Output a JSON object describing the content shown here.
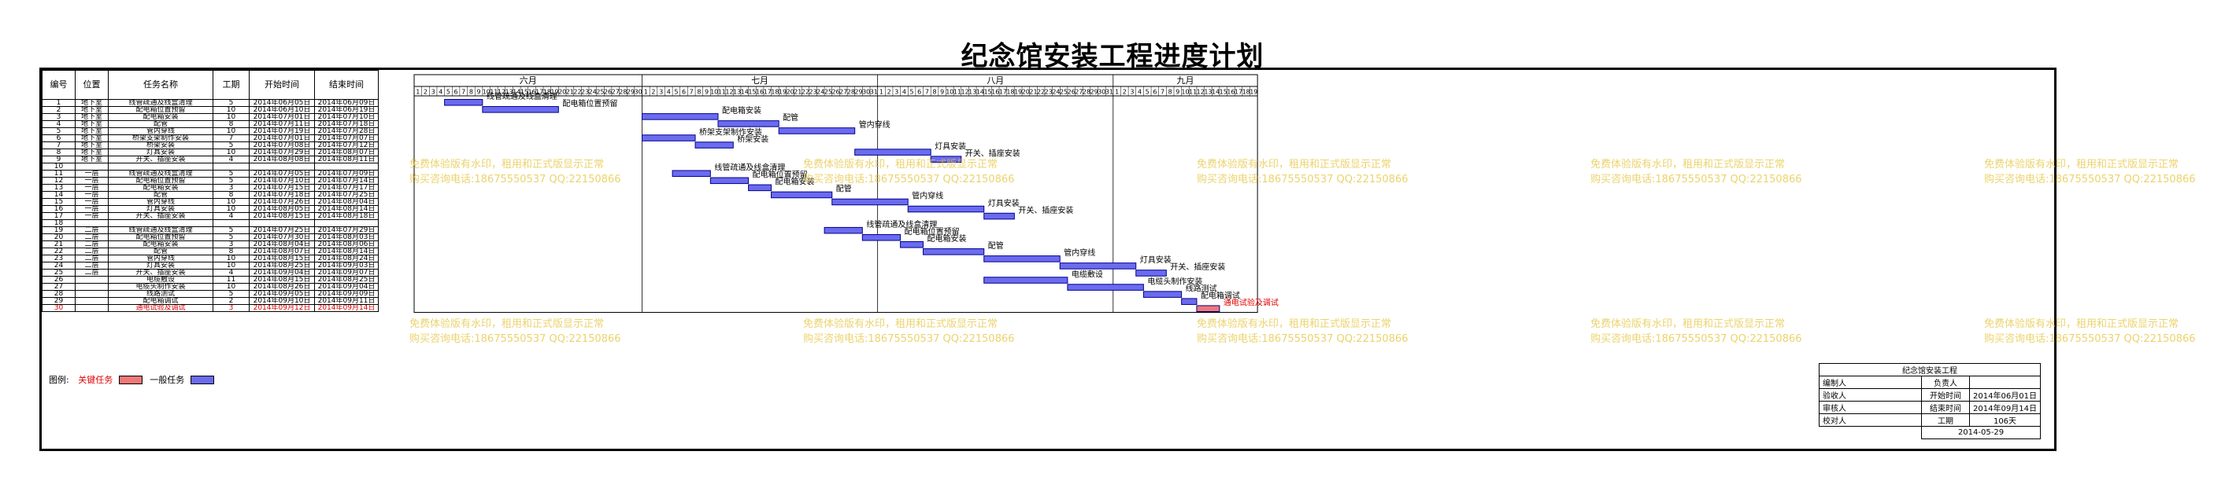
{
  "title": "纪念馆安装工程进度计划",
  "headers": {
    "no": "编号",
    "loc": "位置",
    "task": "任务名称",
    "dur": "工期",
    "start": "开始时间",
    "end": "结束时间"
  },
  "legend": {
    "label": "图例:",
    "critical": "关键任务",
    "normal": "一般任务"
  },
  "colors": {
    "normal_bar": "#6b6bf0",
    "critical_bar": "#f07878",
    "bar_border": "#00008b",
    "watermark": "#e4c43c"
  },
  "watermark": {
    "line1": "免费体验版有水印，租用和正式版显示正常",
    "line2": "购买咨询电话:18675550537  QQ:22150866"
  },
  "signoff": {
    "project_label": "纪念馆安装工程",
    "rows": [
      {
        "a": "编制人",
        "b": "负责人",
        "c": ""
      },
      {
        "a": "验收人",
        "b": "开始时间",
        "c": "2014年06月01日"
      },
      {
        "a": "审核人",
        "b": "结束时间",
        "c": "2014年09月14日"
      },
      {
        "a": "校对人",
        "b": "工期",
        "c": "106天"
      }
    ],
    "date": "2014-05-29"
  },
  "chart_data": {
    "type": "gantt",
    "title": "纪念馆安装工程进度计划",
    "months": [
      {
        "name": "六月",
        "days": 30
      },
      {
        "name": "七月",
        "days": 31
      },
      {
        "name": "八月",
        "days": 31
      },
      {
        "name": "九月",
        "days": 19
      }
    ],
    "x_range": [
      "2014-06-01",
      "2014-09-19"
    ],
    "tasks": [
      {
        "no": "1",
        "loc": "地下室",
        "name": "线管疏通及线盒清理",
        "dur": "5",
        "start": "2014年06月05日",
        "end": "2014年06月09日",
        "s": 4,
        "e": 9,
        "crit": false
      },
      {
        "no": "2",
        "loc": "地下室",
        "name": "配电箱位置预留",
        "dur": "10",
        "start": "2014年06月10日",
        "end": "2014年06月19日",
        "s": 9,
        "e": 19,
        "crit": false
      },
      {
        "no": "3",
        "loc": "地下室",
        "name": "配电箱安装",
        "dur": "10",
        "start": "2014年07月01日",
        "end": "2014年07月10日",
        "s": 30,
        "e": 40,
        "crit": false
      },
      {
        "no": "4",
        "loc": "地下室",
        "name": "配管",
        "dur": "8",
        "start": "2014年07月11日",
        "end": "2014年07月18日",
        "s": 40,
        "e": 48,
        "crit": false
      },
      {
        "no": "5",
        "loc": "地下室",
        "name": "管内穿线",
        "dur": "10",
        "start": "2014年07月19日",
        "end": "2014年07月28日",
        "s": 48,
        "e": 58,
        "crit": false
      },
      {
        "no": "6",
        "loc": "地下室",
        "name": "桥架支架制作安装",
        "dur": "7",
        "start": "2014年07月01日",
        "end": "2014年07月07日",
        "s": 30,
        "e": 37,
        "crit": false
      },
      {
        "no": "7",
        "loc": "地下室",
        "name": "桥架安装",
        "dur": "5",
        "start": "2014年07月08日",
        "end": "2014年07月12日",
        "s": 37,
        "e": 42,
        "crit": false
      },
      {
        "no": "8",
        "loc": "地下室",
        "name": "灯具安装",
        "dur": "10",
        "start": "2014年07月29日",
        "end": "2014年08月07日",
        "s": 58,
        "e": 68,
        "crit": false
      },
      {
        "no": "9",
        "loc": "地下室",
        "name": "开关、插座安装",
        "dur": "4",
        "start": "2014年08月08日",
        "end": "2014年08月11日",
        "s": 68,
        "e": 72,
        "crit": false
      },
      {
        "no": "10",
        "loc": "",
        "name": "",
        "dur": "",
        "start": "",
        "end": "",
        "s": null,
        "e": null,
        "crit": false
      },
      {
        "no": "11",
        "loc": "一层",
        "name": "线管疏通及线盒清理",
        "dur": "5",
        "start": "2014年07月05日",
        "end": "2014年07月09日",
        "s": 34,
        "e": 39,
        "crit": false
      },
      {
        "no": "12",
        "loc": "一层",
        "name": "配电箱位置预留",
        "dur": "5",
        "start": "2014年07月10日",
        "end": "2014年07月14日",
        "s": 39,
        "e": 44,
        "crit": false
      },
      {
        "no": "13",
        "loc": "一层",
        "name": "配电箱安装",
        "dur": "3",
        "start": "2014年07月15日",
        "end": "2014年07月17日",
        "s": 44,
        "e": 47,
        "crit": false
      },
      {
        "no": "14",
        "loc": "一层",
        "name": "配管",
        "dur": "8",
        "start": "2014年07月18日",
        "end": "2014年07月25日",
        "s": 47,
        "e": 55,
        "crit": false
      },
      {
        "no": "15",
        "loc": "一层",
        "name": "管内穿线",
        "dur": "10",
        "start": "2014年07月26日",
        "end": "2014年08月04日",
        "s": 55,
        "e": 65,
        "crit": false
      },
      {
        "no": "16",
        "loc": "一层",
        "name": "灯具安装",
        "dur": "10",
        "start": "2014年08月05日",
        "end": "2014年08月14日",
        "s": 65,
        "e": 75,
        "crit": false
      },
      {
        "no": "17",
        "loc": "一层",
        "name": "开关、插座安装",
        "dur": "4",
        "start": "2014年08月15日",
        "end": "2014年08月18日",
        "s": 75,
        "e": 79,
        "crit": false
      },
      {
        "no": "18",
        "loc": "",
        "name": "",
        "dur": "",
        "start": "",
        "end": "",
        "s": null,
        "e": null,
        "crit": false
      },
      {
        "no": "19",
        "loc": "二层",
        "name": "线管疏通及线盒清理",
        "dur": "5",
        "start": "2014年07月25日",
        "end": "2014年07月29日",
        "s": 54,
        "e": 59,
        "crit": false
      },
      {
        "no": "20",
        "loc": "二层",
        "name": "配电箱位置预留",
        "dur": "5",
        "start": "2014年07月30日",
        "end": "2014年08月03日",
        "s": 59,
        "e": 64,
        "crit": false
      },
      {
        "no": "21",
        "loc": "二层",
        "name": "配电箱安装",
        "dur": "3",
        "start": "2014年08月04日",
        "end": "2014年08月06日",
        "s": 64,
        "e": 67,
        "crit": false
      },
      {
        "no": "22",
        "loc": "二层",
        "name": "配管",
        "dur": "8",
        "start": "2014年08月07日",
        "end": "2014年08月14日",
        "s": 67,
        "e": 75,
        "crit": false
      },
      {
        "no": "23",
        "loc": "二层",
        "name": "管内穿线",
        "dur": "10",
        "start": "2014年08月15日",
        "end": "2014年08月24日",
        "s": 75,
        "e": 85,
        "crit": false
      },
      {
        "no": "24",
        "loc": "二层",
        "name": "灯具安装",
        "dur": "10",
        "start": "2014年08月25日",
        "end": "2014年09月03日",
        "s": 85,
        "e": 95,
        "crit": false
      },
      {
        "no": "25",
        "loc": "二层",
        "name": "开关、插座安装",
        "dur": "4",
        "start": "2014年09月04日",
        "end": "2014年09月07日",
        "s": 95,
        "e": 99,
        "crit": false
      },
      {
        "no": "26",
        "loc": "",
        "name": "电缆敷设",
        "dur": "11",
        "start": "2014年08月15日",
        "end": "2014年08月25日",
        "s": 75,
        "e": 86,
        "crit": false
      },
      {
        "no": "27",
        "loc": "",
        "name": "电缆头制作安装",
        "dur": "10",
        "start": "2014年08月26日",
        "end": "2014年09月04日",
        "s": 86,
        "e": 96,
        "crit": false
      },
      {
        "no": "28",
        "loc": "",
        "name": "线路测试",
        "dur": "5",
        "start": "2014年09月05日",
        "end": "2014年09月09日",
        "s": 96,
        "e": 101,
        "crit": false
      },
      {
        "no": "29",
        "loc": "",
        "name": "配电箱调试",
        "dur": "2",
        "start": "2014年09月10日",
        "end": "2014年09月11日",
        "s": 101,
        "e": 103,
        "crit": false
      },
      {
        "no": "30",
        "loc": "",
        "name": "通电试验及调试",
        "dur": "3",
        "start": "2014年09月12日",
        "end": "2014年09月14日",
        "s": 103,
        "e": 106,
        "crit": true
      }
    ]
  }
}
